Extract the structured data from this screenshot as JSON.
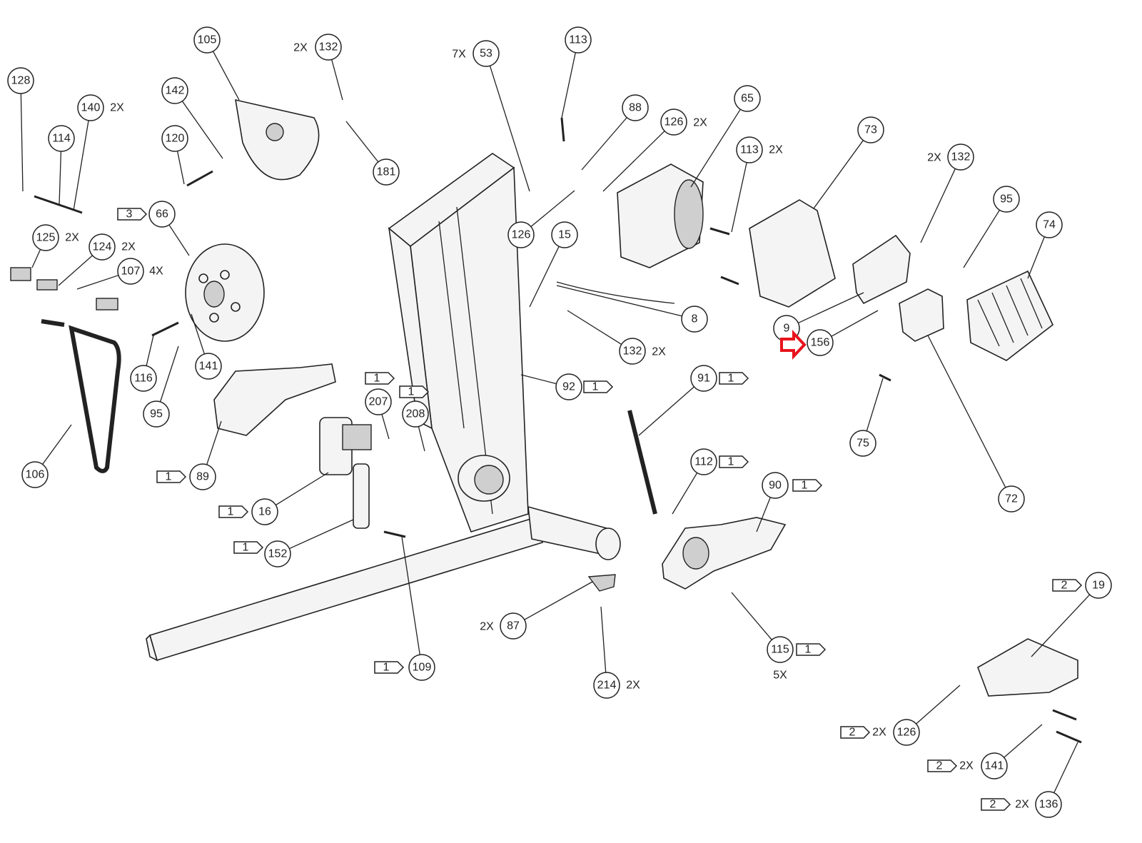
{
  "diagram": {
    "type": "exploded parts diagram",
    "highlight_color": "#e8141c",
    "highlighted_callout": "156",
    "callouts": [
      {
        "id": "128"
      },
      {
        "id": "105"
      },
      {
        "id": "132",
        "qty": "2X"
      },
      {
        "id": "53",
        "qty": "7X"
      },
      {
        "id": "113"
      },
      {
        "id": "142"
      },
      {
        "id": "140",
        "qty": "2X"
      },
      {
        "id": "114"
      },
      {
        "id": "120"
      },
      {
        "id": "181"
      },
      {
        "id": "88"
      },
      {
        "id": "126",
        "qty": "2X"
      },
      {
        "id": "65"
      },
      {
        "id": "73"
      },
      {
        "id": "113",
        "qty": "2X"
      },
      {
        "id": "132",
        "qty": "2X"
      },
      {
        "id": "95"
      },
      {
        "id": "74"
      },
      {
        "id": "66",
        "tag": "3"
      },
      {
        "id": "125",
        "qty": "2X"
      },
      {
        "id": "124",
        "qty": "2X"
      },
      {
        "id": "107",
        "qty": "4X"
      },
      {
        "id": "126"
      },
      {
        "id": "15"
      },
      {
        "id": "8"
      },
      {
        "id": "9"
      },
      {
        "id": "156"
      },
      {
        "id": "132",
        "qty": "2X"
      },
      {
        "id": "116"
      },
      {
        "id": "141"
      },
      {
        "id": "95"
      },
      {
        "id": "207",
        "tag": "1"
      },
      {
        "id": "208",
        "tag": "1"
      },
      {
        "id": "92",
        "tag": "1"
      },
      {
        "id": "91",
        "tag": "1"
      },
      {
        "id": "75"
      },
      {
        "id": "106"
      },
      {
        "id": "89",
        "tag": "1"
      },
      {
        "id": "112",
        "tag": "1"
      },
      {
        "id": "90",
        "tag": "1"
      },
      {
        "id": "72"
      },
      {
        "id": "16",
        "tag": "1"
      },
      {
        "id": "152",
        "tag": "1"
      },
      {
        "id": "19",
        "tag": "2"
      },
      {
        "id": "87",
        "qty": "2X"
      },
      {
        "id": "115",
        "tag": "1",
        "qty": "5X"
      },
      {
        "id": "109",
        "tag": "1"
      },
      {
        "id": "214",
        "qty": "2X"
      },
      {
        "id": "126",
        "tag": "2",
        "qty": "2X"
      },
      {
        "id": "141",
        "tag": "2",
        "qty": "2X"
      },
      {
        "id": "136",
        "tag": "2",
        "qty": "2X"
      }
    ]
  }
}
